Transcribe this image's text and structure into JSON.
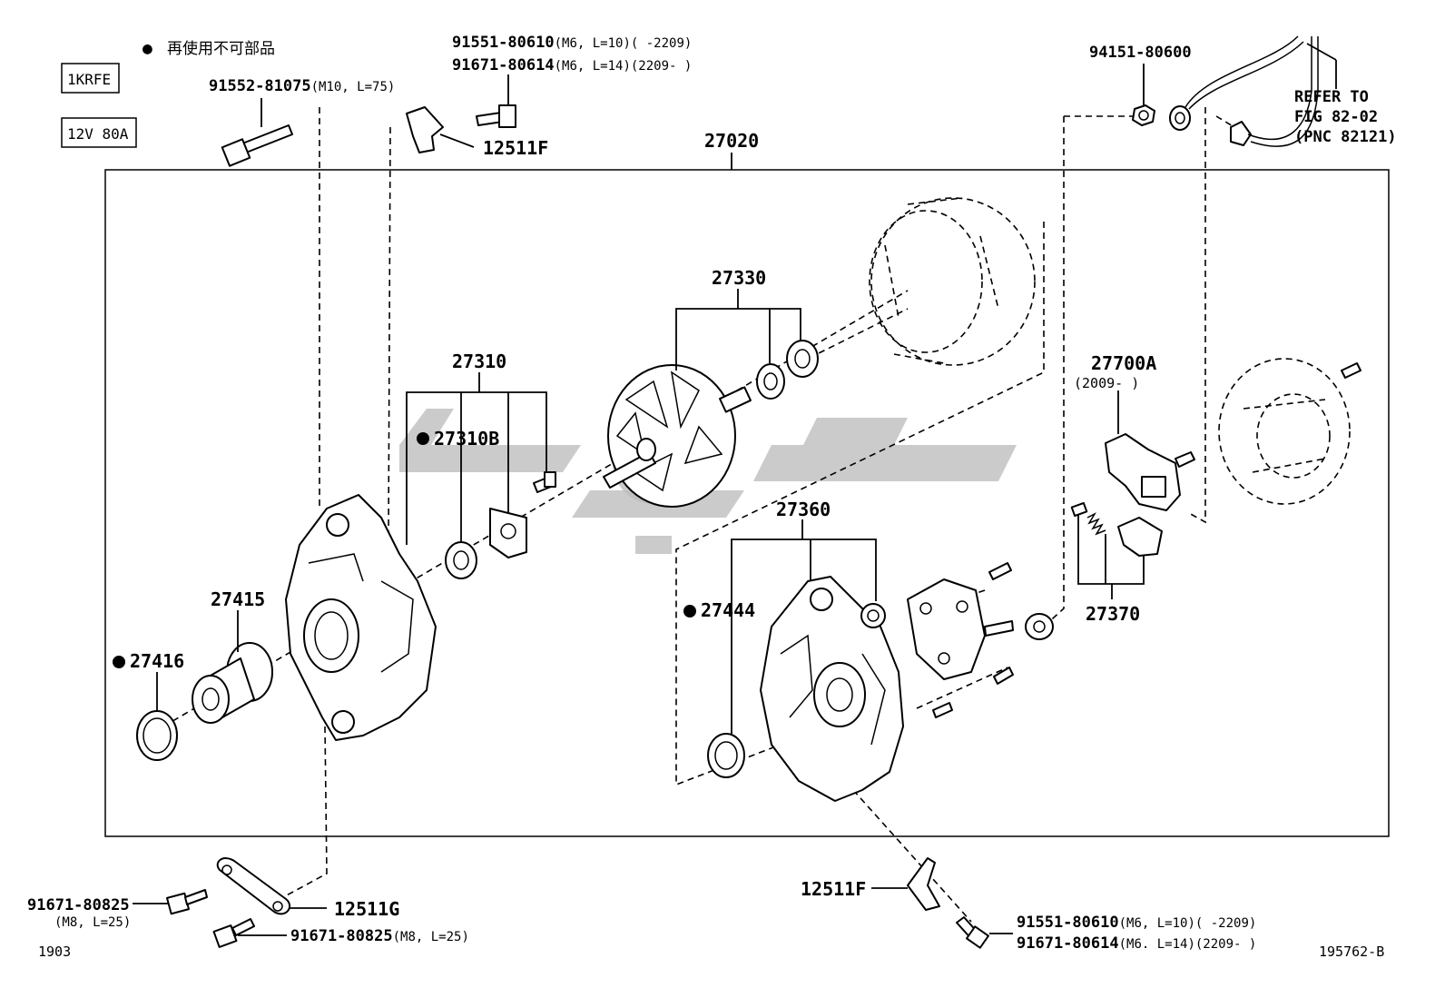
{
  "legend": {
    "dot": "●",
    "text": "再使用不可部品"
  },
  "badges": {
    "engine": "1KRFE",
    "rating": "12V 80A"
  },
  "footer": {
    "left": "1903",
    "right": "195762-B"
  },
  "refer": {
    "line1": "REFER TO",
    "line2": "FIG 82-02",
    "line3": "(PNC 82121)"
  },
  "labels": {
    "bolt_top_left": {
      "code": "91552-81075",
      "spec": "(M10, L=75)"
    },
    "bolt_top_a": {
      "code": "91551-80610",
      "spec": "(M6, L=10)(      -2209)"
    },
    "bolt_top_b": {
      "code": "91671-80614",
      "spec": "(M6, L=14)(2209-      )"
    },
    "nut_top_right": "94151-80600",
    "bracket_top": "12511F",
    "assembly": "27020",
    "rotor": "27330",
    "drive_frame": "27310",
    "bearing_retainer": "27310B",
    "pulley": "27415",
    "pulley_seal": "27416",
    "rectifier_end": "27360",
    "end_cover_seal": "27444",
    "regulator": "27700A",
    "regulator_note": "(2009-      )",
    "brush": "27370",
    "bracket_bottom": "12511F",
    "bracket_g": "12511G",
    "bolt_bottom_left": {
      "code": "91671-80825",
      "spec": "(M8, L=25)"
    },
    "bolt_bottom_mid": {
      "code": "91671-80825",
      "spec": "(M8, L=25)"
    },
    "bolt_bottom_a": {
      "code": "91551-80610",
      "spec": "(M6, L=10)(      -2209)"
    },
    "bolt_bottom_b": {
      "code": "91671-80614",
      "spec": "(M6. L=14)(2209-      )"
    }
  }
}
